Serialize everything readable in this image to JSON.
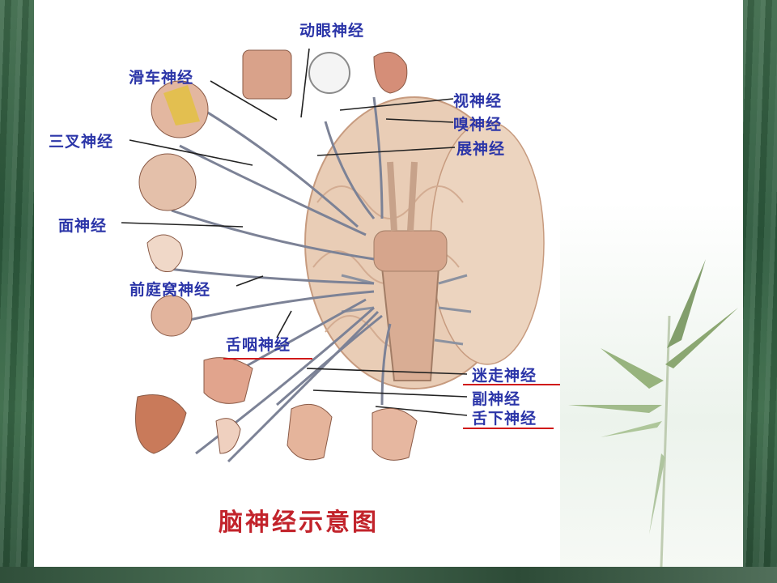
{
  "labels": {
    "oculomotor": "动眼神经",
    "trochlear": "滑车神经",
    "optic": "视神经",
    "olfactory": "嗅神经",
    "trigeminal": "三叉神经",
    "abducens": "展神经",
    "facial": "面神经",
    "vestibulocochlear": "前庭窝神经",
    "glossopharyngeal": "舌咽神经",
    "vagus": "迷走神经",
    "accessory": "副神经",
    "hypoglossal": "舌下神经"
  },
  "caption": "脑神经示意图",
  "colors": {
    "label_text": "#2b35a8",
    "underline": "#d01919",
    "caption": "#c2232b"
  }
}
